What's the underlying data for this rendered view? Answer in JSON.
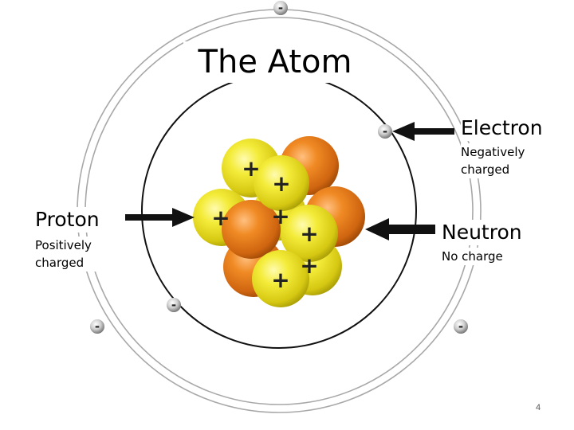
{
  "title": "The Atom",
  "labels": {
    "electron": {
      "name": "Electron",
      "description": "Negatively charged"
    },
    "proton": {
      "name": "Proton",
      "description": "Positively charged"
    },
    "neutron": {
      "name": "Neutron",
      "description": "No charge"
    }
  },
  "symbols": {
    "electron": "-",
    "proton": "+"
  },
  "page_number": "4",
  "colors": {
    "proton": "#e8e020",
    "neutron": "#d86a10",
    "orbit": "#111111",
    "outer_orbit": "#9a9a9a",
    "arrow": "#111111"
  }
}
